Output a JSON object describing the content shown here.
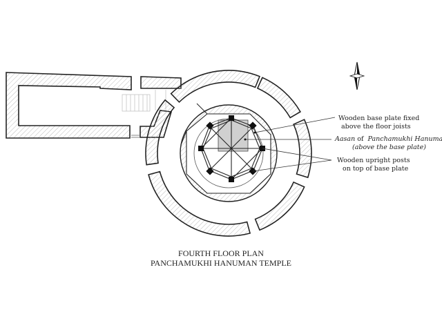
{
  "annotations": {
    "base_plate_line1": "Wooden base plate fixed",
    "base_plate_line2": "above the floor joists",
    "aasan_italic1": "Aasan",
    "aasan_of": "of",
    "aasan_italic2": "Panchamukhi Hanuman",
    "aasan_line2": "(above the base plate)",
    "posts_line1": "Wooden upright posts",
    "posts_line2": "on top of base plate"
  },
  "title": {
    "line1": "FOURTH FLOOR PLAN",
    "line2": "PANCHAMUKHI HANUMAN TEMPLE"
  },
  "colors": {
    "line": "#222222",
    "hatch": "#9a9a9a",
    "fill": "#d0d0d0"
  }
}
